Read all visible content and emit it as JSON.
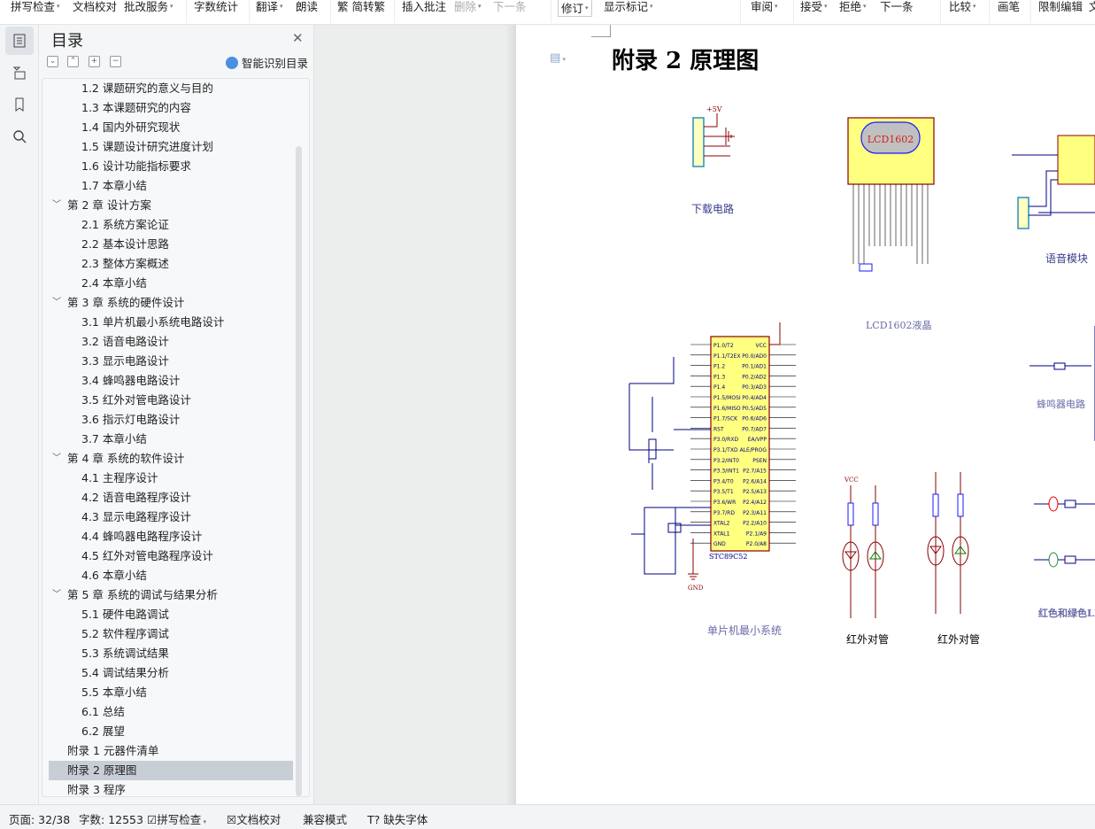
{
  "toolbar": {
    "items": [
      {
        "label": "拼写检查",
        "caret": true
      },
      {
        "label": "文档校对"
      },
      {
        "label": "批改服务",
        "caret": true
      },
      {
        "label": "字数统计"
      },
      {
        "label": "翻译",
        "caret": true
      },
      {
        "label": "朗读"
      },
      {
        "label": "繁 简转繁"
      },
      {
        "label": "插入批注"
      },
      {
        "label": "删除",
        "caret": true,
        "disabled": true
      },
      {
        "label": "下一条",
        "disabled": true
      },
      {
        "label": "修订",
        "caret": true
      },
      {
        "label": "显示标记",
        "caret": true
      },
      {
        "label": "审阅",
        "caret": true
      },
      {
        "label": "接受",
        "caret": true
      },
      {
        "label": "拒绝",
        "caret": true
      },
      {
        "label": "下一条"
      },
      {
        "label": "比较",
        "caret": true
      },
      {
        "label": "画笔"
      },
      {
        "label": "限制编辑"
      },
      {
        "label": "文"
      }
    ]
  },
  "toc": {
    "title": "目录",
    "smart_label": "智能识别目录",
    "items": [
      {
        "label": "1.2 课题研究的意义与目的",
        "level": 2
      },
      {
        "label": "1.3 本课题研究的内容",
        "level": 2
      },
      {
        "label": "1.4 国内外研究现状",
        "level": 2
      },
      {
        "label": "1.5 课题设计研究进度计划",
        "level": 2
      },
      {
        "label": "1.6 设计功能指标要求",
        "level": 2
      },
      {
        "label": "1.7  本章小结",
        "level": 2
      },
      {
        "label": "第 2 章  设计方案",
        "level": 1
      },
      {
        "label": "2.1  系统方案论证",
        "level": 2
      },
      {
        "label": "2.2  基本设计思路",
        "level": 2
      },
      {
        "label": "2.3  整体方案概述",
        "level": 2
      },
      {
        "label": "2.4  本章小结",
        "level": 2
      },
      {
        "label": "第 3 章  系统的硬件设计",
        "level": 1
      },
      {
        "label": "3.1 单片机最小系统电路设计",
        "level": 2
      },
      {
        "label": "3.2  语音电路设计",
        "level": 2
      },
      {
        "label": "3.3  显示电路设计",
        "level": 2
      },
      {
        "label": "3.4  蜂鸣器电路设计",
        "level": 2
      },
      {
        "label": "3.5  红外对管电路设计",
        "level": 2
      },
      {
        "label": "3.6  指示灯电路设计",
        "level": 2
      },
      {
        "label": "3.7  本章小结",
        "level": 2
      },
      {
        "label": "第 4 章  系统的软件设计",
        "level": 1
      },
      {
        "label": "4.1 主程序设计",
        "level": 2
      },
      {
        "label": "4.2  语音电路程序设计",
        "level": 2
      },
      {
        "label": "4.3  显示电路程序设计",
        "level": 2
      },
      {
        "label": "4.4  蜂鸣器电路程序设计",
        "level": 2
      },
      {
        "label": "4.5  红外对管电路程序设计",
        "level": 2
      },
      {
        "label": "4.6  本章小结",
        "level": 2
      },
      {
        "label": "第 5 章  系统的调试与结果分析",
        "level": 1
      },
      {
        "label": "5.1  硬件电路调试",
        "level": 2
      },
      {
        "label": "5.2  软件程序调试",
        "level": 2
      },
      {
        "label": "5.3 系统调试结果",
        "level": 2
      },
      {
        "label": "5.4  调试结果分析",
        "level": 2
      },
      {
        "label": "5.5  本章小结",
        "level": 2
      },
      {
        "label": "6.1  总结",
        "level": 2
      },
      {
        "label": "6.2  展望",
        "level": 2
      },
      {
        "label": "附录 1 元器件清单",
        "level": 0
      },
      {
        "label": "附录 2  原理图",
        "level": 0,
        "selected": true
      },
      {
        "label": "附录 3 程序",
        "level": 0
      }
    ]
  },
  "document": {
    "heading": "附录 2  原理图",
    "schematic": {
      "lcd_label": "LCD1602",
      "lcd_caption": "LCD1602液晶",
      "download_caption": "下载电路",
      "voice_caption": "语音模块",
      "mcu_part": "STC89C52",
      "mcu_caption": "单片机最小系统",
      "ir_caption1": "红外对管",
      "ir_caption2": "红外对管",
      "buzzer_caption": "蜂鸣器电路",
      "led_caption": "红色和绿色LED",
      "gnd": "GND",
      "vcc": "VCC",
      "v5": "+5V",
      "mcu_left_pins": [
        "P1.0/T2",
        "P1.1/T2EX",
        "P1.2",
        "P1.3",
        "P1.4",
        "P1.5/MOSI",
        "P1.6/MISO",
        "P1.7/SCK",
        "RST",
        "P3.0/RXD",
        "P3.1/TXD",
        "P3.2/INT0",
        "P3.3/INT1",
        "P3.4/T0",
        "P3.5/T1",
        "P3.6/WR",
        "P3.7/RD",
        "XTAL2",
        "XTAL1",
        "GND"
      ],
      "mcu_right_pins": [
        "VCC",
        "P0.0/AD0",
        "P0.1/AD1",
        "P0.2/AD2",
        "P0.3/AD3",
        "P0.4/AD4",
        "P0.5/AD5",
        "P0.6/AD6",
        "P0.7/AD7",
        "EA/VPP",
        "ALE/PROG",
        "PSEN",
        "P2.7/A15",
        "P2.6/A14",
        "P2.5/A13",
        "P2.4/A12",
        "P2.3/A11",
        "P2.2/A10",
        "P2.1/A9",
        "P2.0/A8"
      ]
    }
  },
  "status": {
    "page": "页面: 32/38",
    "words": "字数: 12553",
    "spell": "拼写检查",
    "proof": "文档校对",
    "compat": "兼容模式",
    "missing_font": "缺失字体"
  }
}
